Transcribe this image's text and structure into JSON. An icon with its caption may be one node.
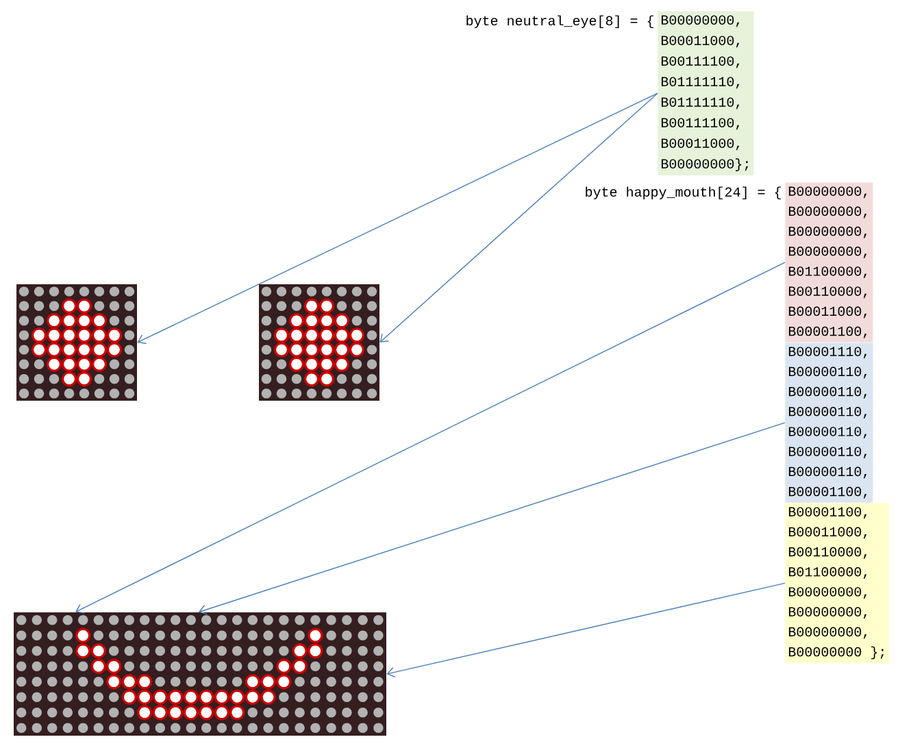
{
  "diagram": {
    "nodes": [
      {
        "text": [
          "byte neutral_eye[8] = {",
          "B00000000,",
          "B00011000,",
          "B00111100,",
          "B01111110,",
          "B01111110,",
          "B00111100,",
          "B00011000,",
          "B00000000};"
        ]
      },
      {
        "text": [],
        "shape": "picture"
      },
      {
        "text": [],
        "shape": "picture"
      },
      {
        "text": [
          "byte happy_mouth[24] = {",
          "B00000000,",
          "B00000000,",
          "B00000000,",
          "B00000000,",
          "B01100000,",
          "B00110000,",
          "B00011000,",
          "B00001100,"
        ]
      },
      {
        "text": [
          "B00001110,",
          "B00000110,",
          "B00000110,",
          "B00000110,",
          "B00000110,",
          "B00000110,",
          "B00000110,",
          "B00001100,"
        ]
      },
      {
        "text": [
          "B00001100,",
          "B00011000,",
          "B00110000,",
          "B01100000,",
          "B00000000,",
          "B00000000,",
          "B00000000,",
          "B00000000 };"
        ]
      },
      {
        "text": [],
        "shape": "picture"
      },
      {
        "text": [],
        "shape": "picture"
      },
      {
        "text": [],
        "shape": "picture"
      }
    ],
    "edges": [
      {
        "from": 0,
        "to": 1,
        "arrow": "to"
      },
      {
        "from": 0,
        "to": 2,
        "arrow": "to"
      },
      {
        "from": 3,
        "to": 6,
        "arrow": "to"
      },
      {
        "from": 4,
        "to": 7,
        "arrow": "to"
      },
      {
        "from": 5,
        "to": 8,
        "arrow": "to"
      }
    ]
  }
}
